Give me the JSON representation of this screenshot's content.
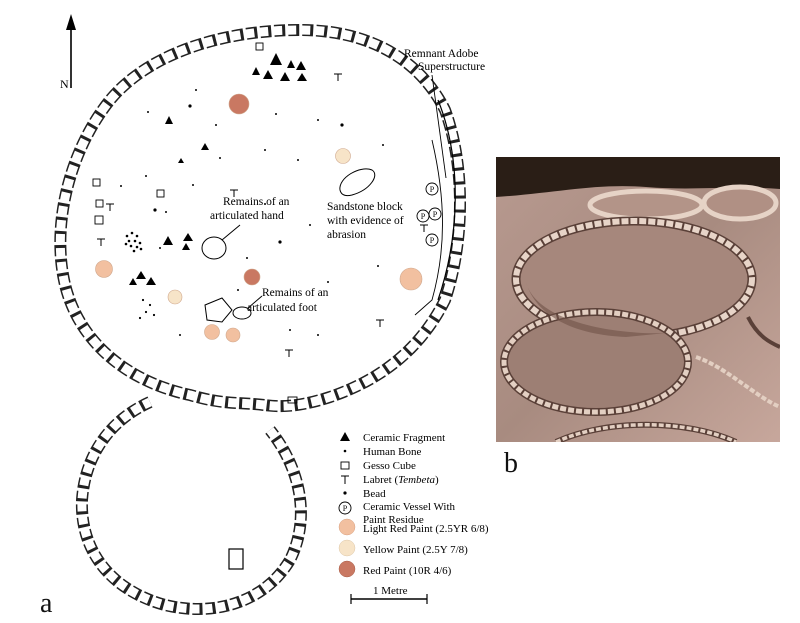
{
  "north_label": "N",
  "annotations": {
    "remnant_adobe_line1": "Remnant Adobe",
    "remnant_adobe_line2": "Superstructure",
    "sandstone_line1": "Sandstone block",
    "sandstone_line2": "with evidence of",
    "sandstone_line3": "abrasion",
    "hand_line1": "Remains of an",
    "hand_line2": "articulated hand",
    "foot_line1": "Remains of an",
    "foot_line2": "articulated foot"
  },
  "legend": {
    "ceramic": "Ceramic Fragment",
    "bone": "Human Bone",
    "gesso": "Gesso Cube",
    "labret_prefix": "Labret (",
    "labret_italic": "Tembeta",
    "labret_suffix": ")",
    "bead": "Bead",
    "vessel_line1": "Ceramic Vessel With",
    "vessel_line2": "Paint Residue",
    "vessel_symbol": "P",
    "light_red": "Light Red Paint (2.5YR 6/8)",
    "yellow": "Yellow Paint (2.5Y 7/8)",
    "red": "Red Paint (10R 4/6)"
  },
  "scale_label": "1 Metre",
  "panel_labels": {
    "a": "a",
    "b": "b"
  },
  "colors": {
    "light_red": "#f2c0a0",
    "yellow": "#f7e4c8",
    "red": "#c97862",
    "stone": "#222222",
    "photo_soil": "#a88b80",
    "photo_dark": "#2a1e16"
  }
}
